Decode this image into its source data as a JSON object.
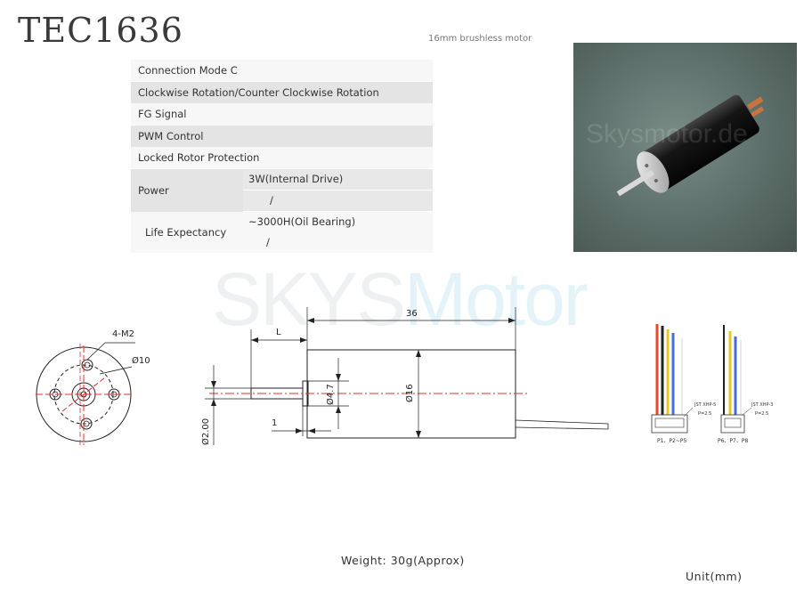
{
  "model": "TEC1636",
  "subtitle": "16mm brushless motor",
  "watermark": {
    "part1": "SKYS",
    "part2": "Motor",
    "photo_text": "Skysmotor.de"
  },
  "specs": {
    "connection_mode": "Connection Mode  C",
    "rotation": "Clockwise Rotation/Counter Clockwise Rotation",
    "fg_signal": "FG Signal",
    "pwm": "PWM Control",
    "locked_rotor": "Locked Rotor Protection",
    "power_label": "Power",
    "power_value": "3W(Internal Drive)",
    "power_value2": "/",
    "life_label": "Life Expectancy",
    "life_value": "~3000H(Oil Bearing)",
    "life_value2": "/"
  },
  "drawing": {
    "screw": "4-M2",
    "bolt_circle": "Ø10",
    "length": "36",
    "shaft_length": "L",
    "body_dia": "Ø16",
    "boss_dia": "Ø4.7",
    "shaft_dia": "Ø2.00",
    "boss_len": "1"
  },
  "connectors": {
    "left_label": "P1、P2~P5",
    "right_label": "P6、P7、P8",
    "left_part": "JST XHP-5",
    "left_pitch": "P=2.5",
    "right_part": "JST XHP-3",
    "right_pitch": "P=2.5"
  },
  "weight": "Weight: 30g(Approx)",
  "unit": "Unit(mm)"
}
